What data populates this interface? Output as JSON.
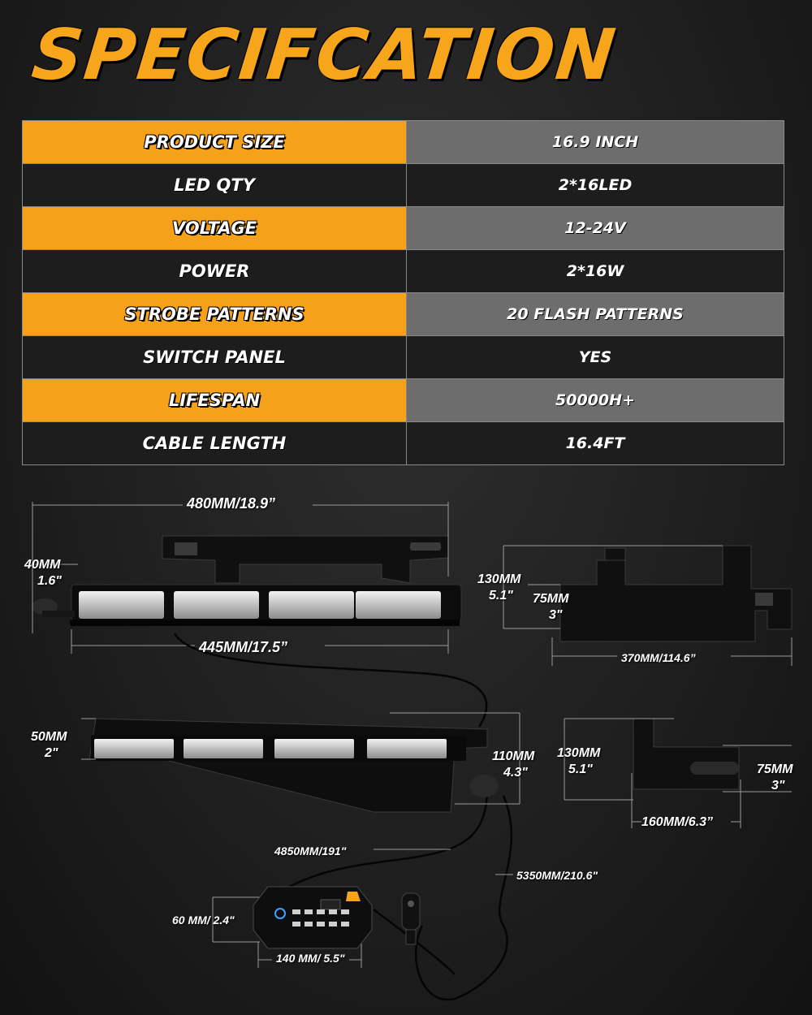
{
  "header": {
    "title": "SPECIFCATION"
  },
  "specs": [
    {
      "key": "PRODUCT SIZE",
      "value": "16.9 INCH"
    },
    {
      "key": "LED QTY",
      "value": "2*16LED"
    },
    {
      "key": "VOLTAGE",
      "value": "12-24V"
    },
    {
      "key": "POWER",
      "value": "2*16W"
    },
    {
      "key": "STROBE PATTERNS",
      "value": "20 FLASH PATTERNS"
    },
    {
      "key": "SWITCH PANEL",
      "value": "YES"
    },
    {
      "key": "LIFESPAN",
      "value": "50000H+"
    },
    {
      "key": "CABLE LENGTH",
      "value": "16.4FT"
    }
  ],
  "dimensions": {
    "top_width": "480MM/18.9”",
    "top_height_mm": "40MM",
    "top_height_in": "1.6\"",
    "top_length": "445MM/17.5”",
    "bracket_height_mm": "130MM",
    "bracket_height_in": "5.1\"",
    "bracket_slot_mm": "75MM",
    "bracket_slot_in": "3\"",
    "bracket_length": "370MM/114.6”",
    "bar_height_mm": "50MM",
    "bar_height_in": "2\"",
    "bar_depth_mm": "110MM",
    "bar_depth_in": "4.3\"",
    "small_bracket_height_mm": "130MM",
    "small_bracket_height_in": "5.1\"",
    "small_bracket_slot_mm": "75MM",
    "small_bracket_slot_in": "3\"",
    "small_bracket_length": "160MM/6.3”",
    "cable_1": "4850MM/191\"",
    "cable_2": "5350MM/210.6\"",
    "controller_height": "60 MM/ 2.4\"",
    "controller_width": "140 MM/ 5.5\""
  },
  "colors": {
    "accent": "#f6a11a",
    "value_bg": "#6d6d6d",
    "dark_row": "#1d1d1d"
  }
}
